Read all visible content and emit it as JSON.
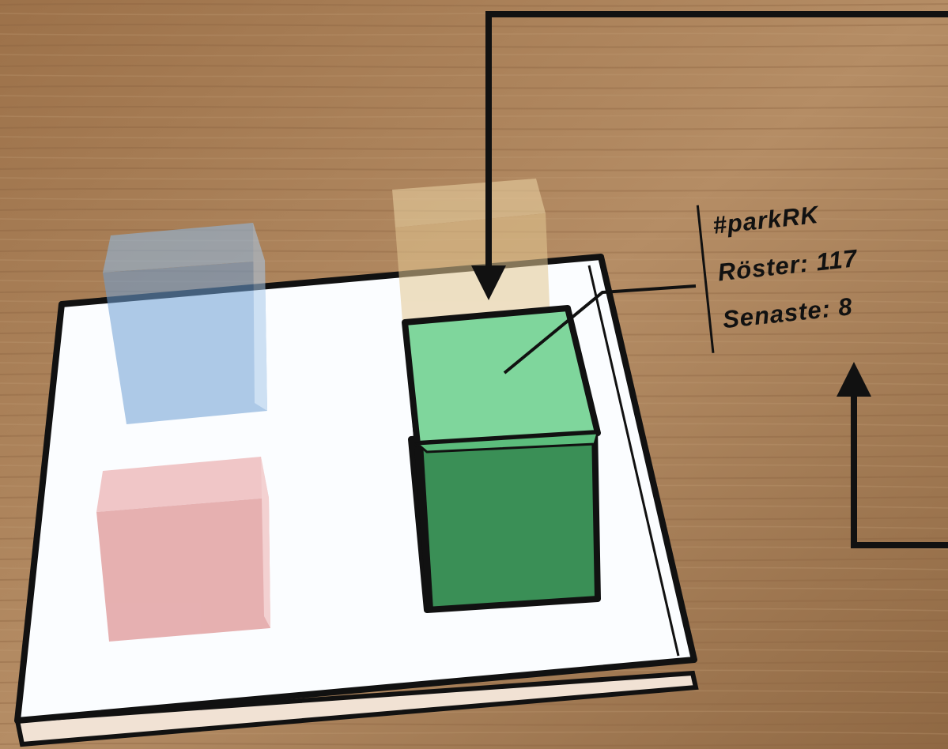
{
  "label": {
    "tag": "#parkRK",
    "roster_text": "Röster: 117",
    "latest_text": "Senaste: 8"
  },
  "colors": {
    "wood": "#a57c55",
    "board": "#fbfdff",
    "active_cube_top": "#7fd69c",
    "active_cube_side": "#3a8f56",
    "ghost_blue": "#7aaee0",
    "ghost_red": "#e28a8a",
    "ghost_yellow": "#e6cf9a",
    "arrow": "#111111"
  }
}
